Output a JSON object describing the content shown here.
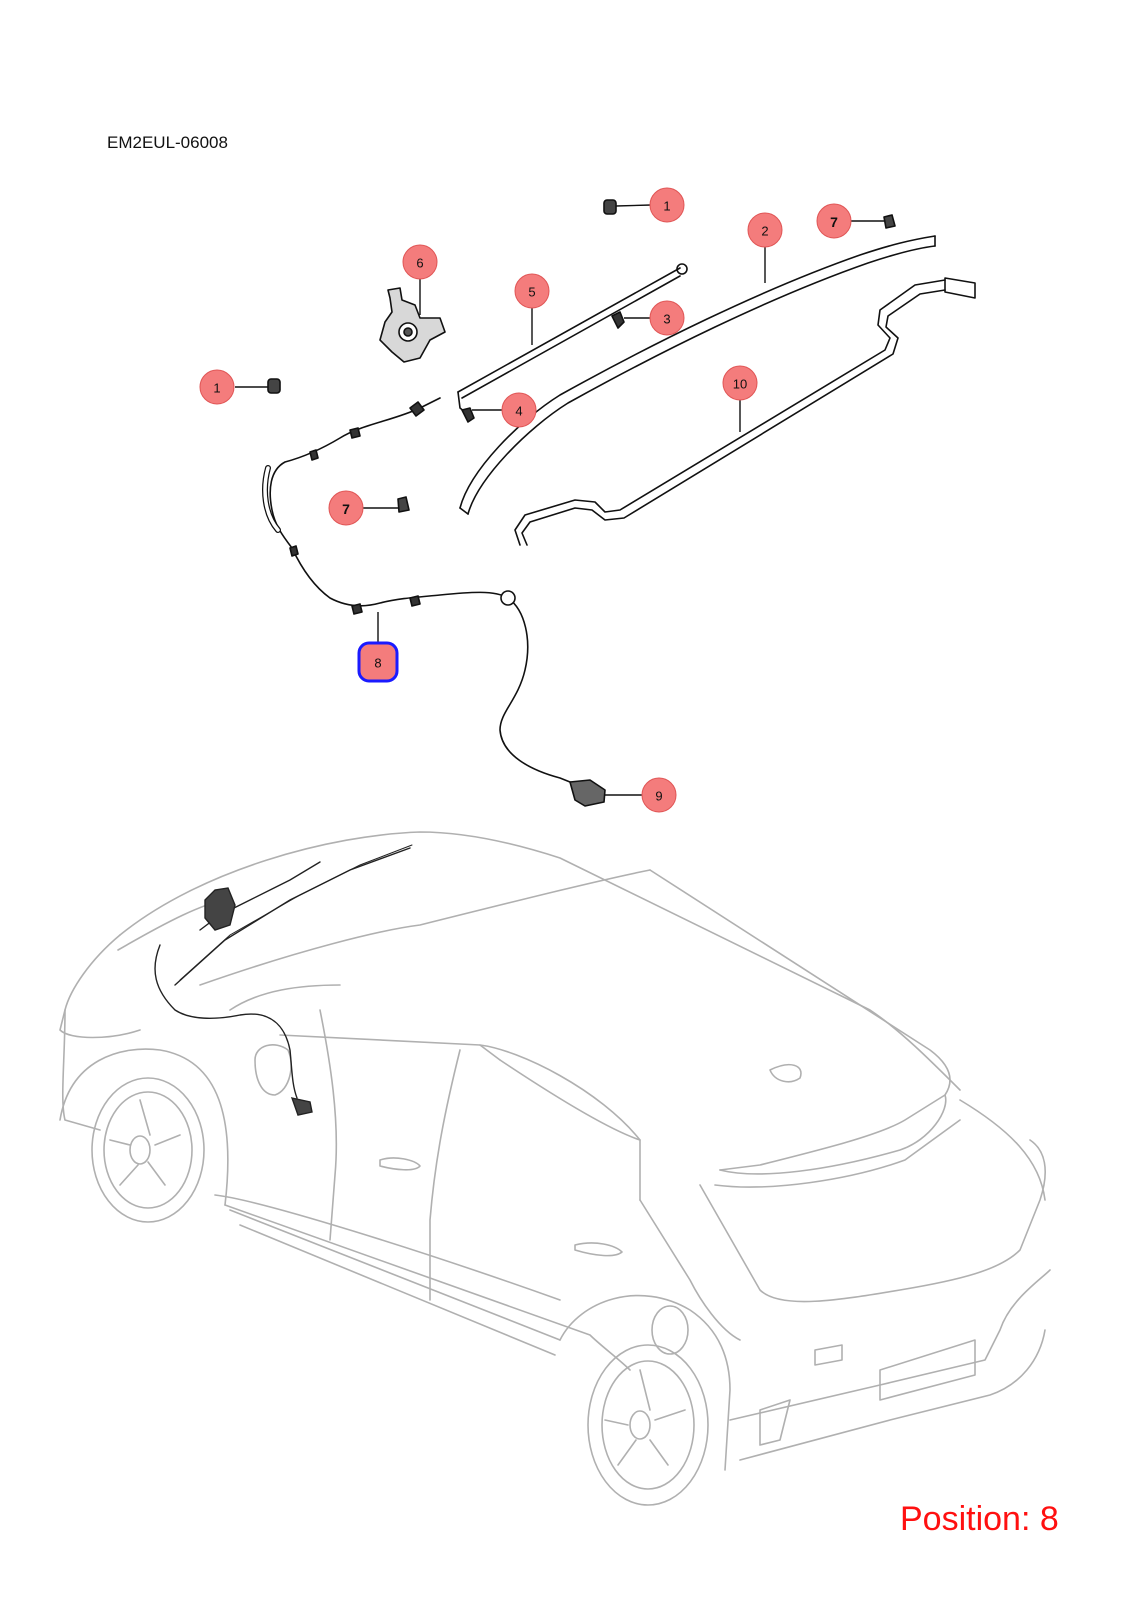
{
  "diagram": {
    "code": "EM2EUL-06008",
    "position_label": "Position: 8",
    "selected_position": "8",
    "colors": {
      "callout_fill": "#f47c7c",
      "callout_stroke": "#e05555",
      "selected_outline": "#1a1aff",
      "position_text": "#ff1010",
      "parts_line": "#111111",
      "car_line": "#b0b0b0"
    },
    "callouts": [
      {
        "id": "1a",
        "label": "1",
        "bold": false
      },
      {
        "id": "2",
        "label": "2",
        "bold": false
      },
      {
        "id": "7a",
        "label": "7",
        "bold": true
      },
      {
        "id": "6",
        "label": "6",
        "bold": false
      },
      {
        "id": "5",
        "label": "5",
        "bold": false
      },
      {
        "id": "3",
        "label": "3",
        "bold": false
      },
      {
        "id": "1b",
        "label": "1",
        "bold": false
      },
      {
        "id": "4",
        "label": "4",
        "bold": false
      },
      {
        "id": "10",
        "label": "10",
        "bold": false
      },
      {
        "id": "7b",
        "label": "7",
        "bold": true
      },
      {
        "id": "8",
        "label": "8",
        "bold": false
      },
      {
        "id": "9",
        "label": "9",
        "bold": false
      }
    ]
  }
}
